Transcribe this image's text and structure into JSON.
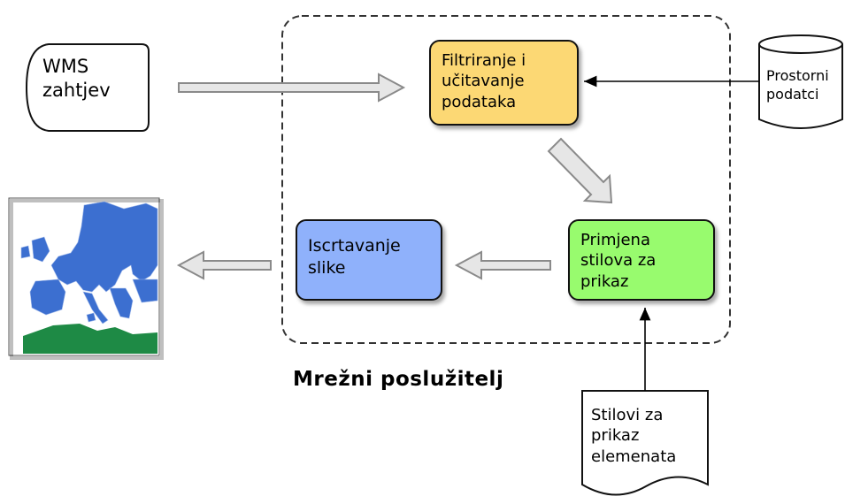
{
  "request": {
    "text": "WMS\nzahtjev"
  },
  "filter": {
    "text": "Filtriranje i\nučitavanje\npodataka",
    "color": "#fcd874"
  },
  "style": {
    "text": "Primjena\nstilova za\nprikaz",
    "color": "#98fb6e"
  },
  "render": {
    "text": "Iscrtavanje\nslike",
    "color": "#8fb1fb"
  },
  "spatial_data": {
    "text": "Prostorni\npodatci"
  },
  "styles_doc": {
    "text": "Stilovi za\nprikaz\nelemenata"
  },
  "server": {
    "label": "Mrežni poslužitelj"
  },
  "map": {
    "land_color": "#3c6fd0",
    "africa_color": "#1e8a45",
    "sea_color": "#ffffff"
  }
}
